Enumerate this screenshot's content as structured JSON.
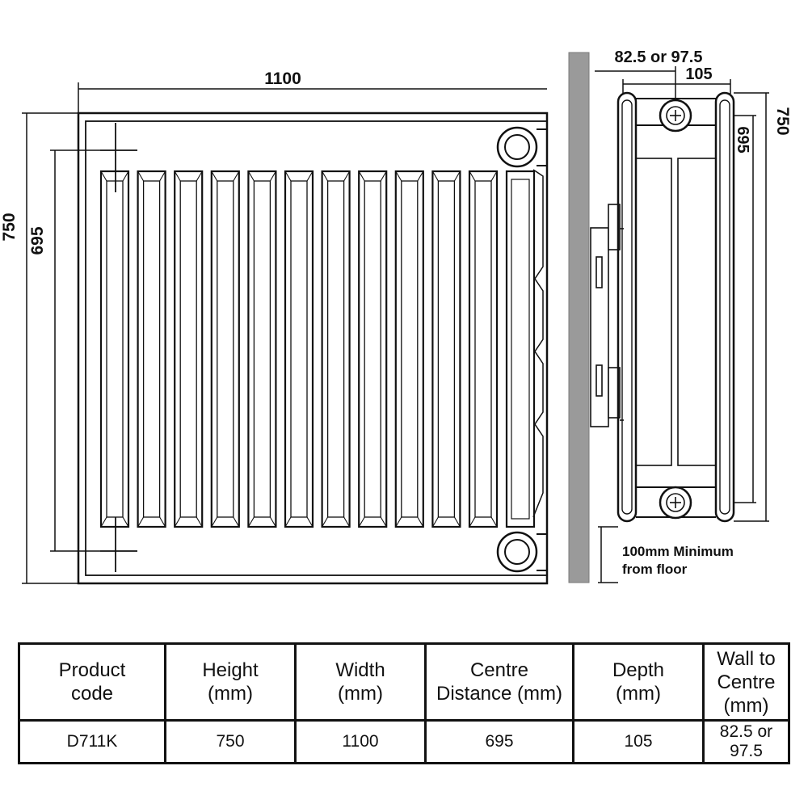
{
  "diagram": {
    "front_width_label": "1100",
    "front_height_label": "750",
    "front_centre_label": "695",
    "side_wall_label": "82.5 or 97.5",
    "side_depth_label": "105",
    "side_height_label": "750",
    "side_centre_label": "695",
    "floor_note_line1": "100mm Minimum",
    "floor_note_line2": "from floor",
    "panel_fin_count": 11
  },
  "table": {
    "headers": [
      [
        "Product",
        "code"
      ],
      [
        "Height",
        "(mm)"
      ],
      [
        "Width",
        "(mm)"
      ],
      [
        "Centre",
        "Distance (mm)"
      ],
      [
        "Depth",
        "(mm)"
      ],
      [
        "Wall to",
        "Centre (mm)"
      ]
    ],
    "row": [
      "D711K",
      "750",
      "1100",
      "695",
      "105",
      "82.5 or 97.5"
    ]
  }
}
